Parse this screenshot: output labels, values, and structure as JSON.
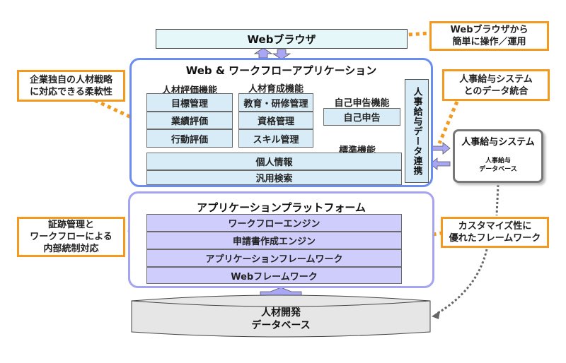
{
  "browser": {
    "label": "Webブラウザ"
  },
  "app": {
    "title": "Web & ワークフローアプリケーション",
    "groups": [
      {
        "label": "人材評価機能",
        "items": [
          "目標管理",
          "業績評価",
          "行動評価"
        ]
      },
      {
        "label": "人材育成機能",
        "items": [
          "教育・研修管理",
          "資格管理",
          "スキル管理"
        ]
      },
      {
        "label": "自己申告機能",
        "items": [
          "自己申告"
        ]
      }
    ],
    "standard": {
      "label": "標準機能",
      "items": [
        "個人情報",
        "汎用検索"
      ]
    },
    "integration": {
      "label": "人事給与データ連携"
    }
  },
  "platform": {
    "title": "アプリケーションプラットフォーム",
    "items": [
      "ワークフローエンジン",
      "申請書作成エンジン",
      "アプリケーションフレームワーク",
      "Webフレームワーク"
    ]
  },
  "hr_system": {
    "title": "人事給与システム",
    "db_line1": "人事給与",
    "db_line2": "データベース"
  },
  "main_db": {
    "line1": "人材開発",
    "line2": "データベース"
  },
  "callouts": [
    {
      "id": "browser-ease",
      "lines": [
        "Webブラウザから",
        "簡単に操作／運用"
      ]
    },
    {
      "id": "flexibility",
      "lines": [
        "企業独自の人材戦略",
        "に対応できる柔軟性"
      ]
    },
    {
      "id": "hr-integration",
      "lines": [
        "人事給与システム",
        "とのデータ統合"
      ]
    },
    {
      "id": "internal-control",
      "lines": [
        "証跡管理と",
        "ワークフローによる",
        "内部統制対応"
      ]
    },
    {
      "id": "customizable",
      "lines": [
        "カスタマイズ性に",
        "優れたフレームワーク"
      ]
    }
  ],
  "colors": {
    "callout_border": "#f39a1e",
    "app_border": "#6b8df0",
    "platform_border": "#a6a3f2",
    "app_cell": "#d7ecf7",
    "platform_cell": "#cfcdfb",
    "arrow_fill": "#a9a6f5",
    "db_fill": "#e6e6e6"
  }
}
